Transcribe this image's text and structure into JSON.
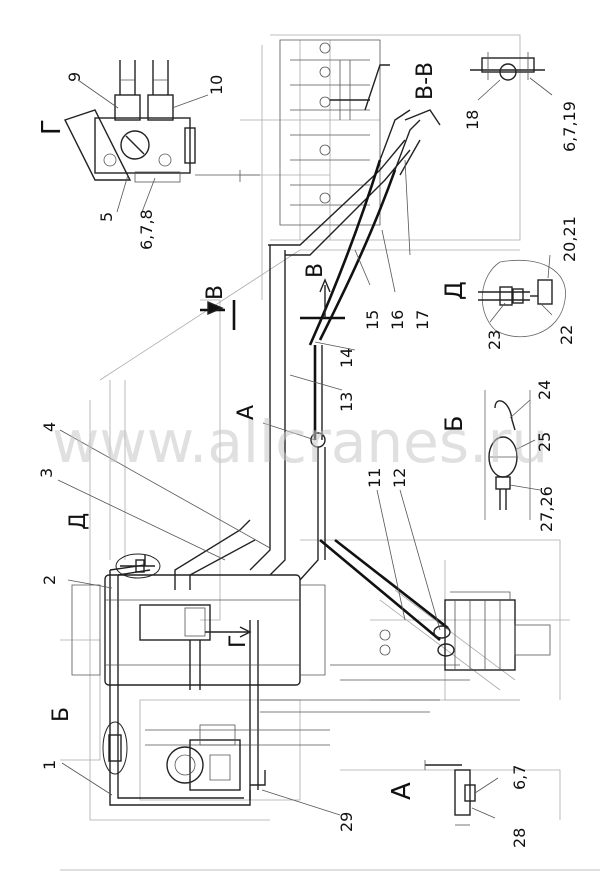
{
  "watermark": "www.allcranes.ru",
  "view_labels": {
    "g_top": "Г",
    "vv": "В-В",
    "d": "Д",
    "b_right": "Б",
    "a_top": "А",
    "v": "В",
    "b_section": "В",
    "d_left": "Д",
    "b_left": "Б",
    "g_arrow": "Г",
    "a_bottom": "А"
  },
  "callouts": {
    "c1": "1",
    "c2": "2",
    "c3": "3",
    "c4": "4",
    "c5": "5",
    "c678": "6,7,8",
    "c9": "9",
    "c10": "10",
    "c11": "11",
    "c12": "12",
    "c13": "13",
    "c14": "14",
    "c15": "15",
    "c16": "16",
    "c17": "17",
    "c18": "18",
    "c6719": "6,7,19",
    "c2021": "20,21",
    "c22": "22",
    "c23": "23",
    "c24": "24",
    "c25": "25",
    "c2726": "27,26",
    "c29": "29",
    "c67": "6,7",
    "c28": "28"
  }
}
